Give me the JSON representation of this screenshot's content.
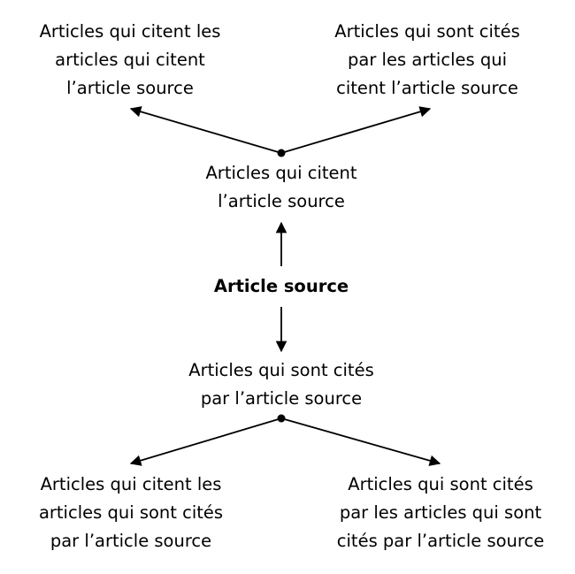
{
  "diagram": {
    "top_left": {
      "lines": [
        "Articles qui citent les",
        "articles qui citent",
        "l’article source"
      ]
    },
    "top_right": {
      "lines": [
        "Articles qui sont cités",
        "par les articles qui",
        "citent l’article source"
      ]
    },
    "citing": {
      "lines": [
        "Articles qui citent",
        "l’article source"
      ]
    },
    "source": {
      "label": "Article source"
    },
    "cited": {
      "lines": [
        "Articles qui sont cités",
        "par l’article source"
      ]
    },
    "bottom_left": {
      "lines": [
        "Articles qui citent les",
        "articles qui sont cités",
        "par l’article source"
      ]
    },
    "bottom_right": {
      "lines": [
        "Articles qui sont cités",
        "par les articles qui sont",
        "cités par l’article source"
      ]
    }
  },
  "colors": {
    "text": "#000000",
    "arrow": "#000000",
    "background": "#ffffff"
  }
}
